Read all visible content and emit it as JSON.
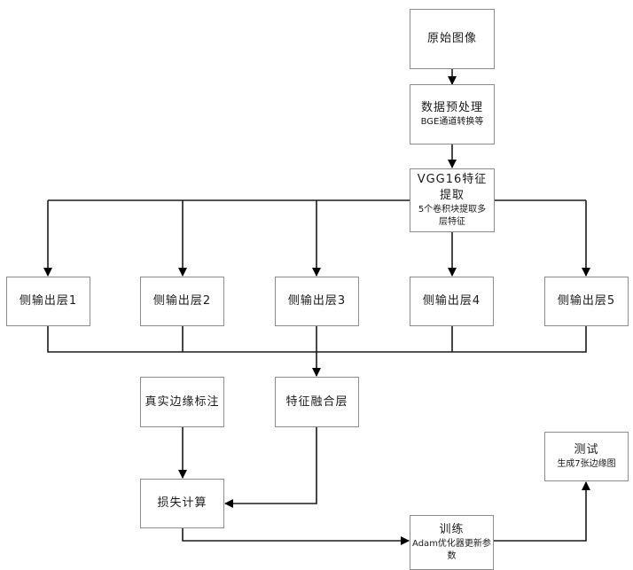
{
  "nodes": {
    "raw_image": {
      "title": "原始图像"
    },
    "preprocess": {
      "title": "数据预处理",
      "sub": "BGE通道转换等"
    },
    "vgg16": {
      "title": "VGG16特征提取",
      "sub": "5个卷积块提取多层特征"
    },
    "side1": {
      "title": "侧输出层1"
    },
    "side2": {
      "title": "侧输出层2"
    },
    "side3": {
      "title": "侧输出层3"
    },
    "side4": {
      "title": "侧输出层4"
    },
    "side5": {
      "title": "侧输出层5"
    },
    "ground_truth": {
      "title": "真实边缘标注"
    },
    "fusion": {
      "title": "特征融合层"
    },
    "loss": {
      "title": "损失计算"
    },
    "train": {
      "title": "训练",
      "sub": "Adam优化器更新参数"
    },
    "test": {
      "title": "测试",
      "sub": "生成7张边缘图"
    }
  },
  "edges": [
    [
      "raw_image",
      "preprocess"
    ],
    [
      "preprocess",
      "vgg16"
    ],
    [
      "vgg16",
      "side1"
    ],
    [
      "vgg16",
      "side2"
    ],
    [
      "vgg16",
      "side3"
    ],
    [
      "vgg16",
      "side4"
    ],
    [
      "vgg16",
      "side5"
    ],
    [
      "side1",
      "fusion"
    ],
    [
      "side2",
      "fusion"
    ],
    [
      "side3",
      "fusion"
    ],
    [
      "side4",
      "fusion"
    ],
    [
      "side5",
      "fusion"
    ],
    [
      "ground_truth",
      "loss"
    ],
    [
      "fusion",
      "loss"
    ],
    [
      "loss",
      "train"
    ],
    [
      "train",
      "test"
    ]
  ]
}
